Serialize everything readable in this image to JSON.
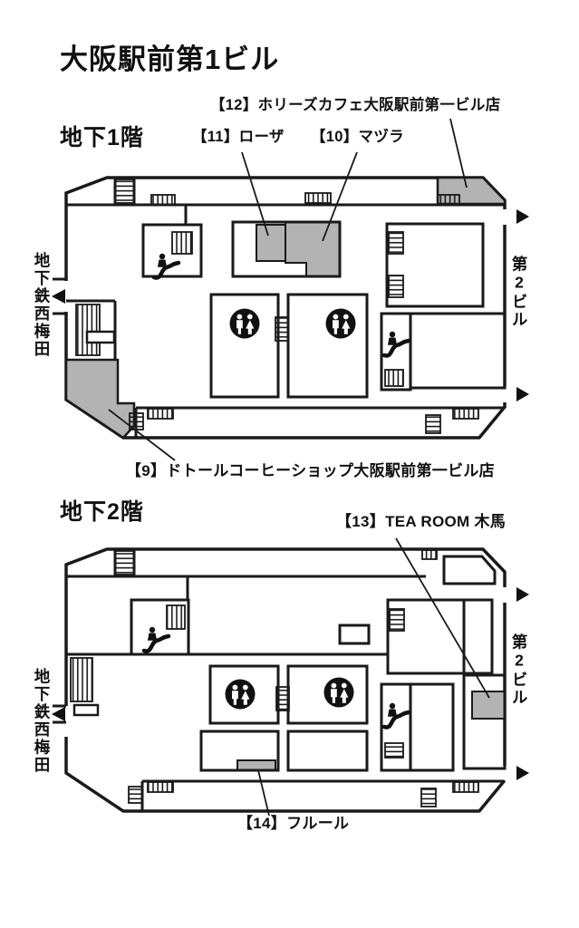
{
  "title": "大阪駅前第1ビル",
  "colors": {
    "line": "#1a1a1a",
    "shop_fill": "#b3b3b3",
    "bg": "#ffffff"
  },
  "floor1": {
    "heading": "地下1階",
    "exits": {
      "left": "地下鉄西梅田",
      "right": "第2ビル"
    },
    "shops": {
      "s12": "【12】ホリーズカフェ大阪駅前第一ビル店",
      "s11": "【11】ローザ",
      "s10": "【10】マヅラ",
      "s9": "【9】ドトールコーヒーショップ大阪駅前第一ビル店"
    }
  },
  "floor2": {
    "heading": "地下2階",
    "exits": {
      "left": "地下鉄西梅田",
      "right": "第2ビル"
    },
    "shops": {
      "s13": "【13】TEA ROOM 木馬",
      "s14": "【14】フルール"
    }
  }
}
